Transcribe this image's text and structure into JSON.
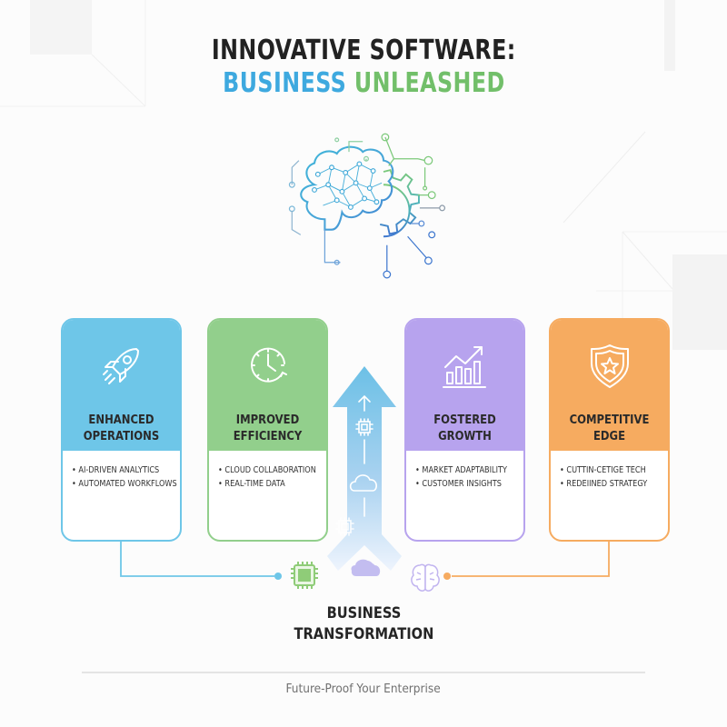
{
  "header": {
    "title_line1": "INNOVATIVE SOFTWARE:",
    "title_line2_part1": "BUSINESS",
    "title_line2_part2": "UNLEASHED"
  },
  "hero_icon": "brain-gear-circuit-icon",
  "cards": [
    {
      "title": "ENHANCED OPERATIONS",
      "title_line1": "ENHANCED",
      "title_line2": "OPERATIONS",
      "icon": "rocket-icon",
      "color": "#6ec6e8",
      "items": [
        "AI-DRIVEN ANALYTICS",
        "AUTOMATED WORKFLOWS"
      ]
    },
    {
      "title": "IMPROVED EFFICIENCY",
      "title_line1": "IMPROVED",
      "title_line2": "EFFICIENCY",
      "icon": "clock-icon",
      "color": "#92cf8c",
      "items": [
        "CLOUD COLLABORATION",
        "REAL-TIME DATA"
      ]
    },
    {
      "title": "FOSTERED GROWTH",
      "title_line1": "FOSTERED",
      "title_line2": "GROWTH",
      "icon": "growth-chart-icon",
      "color": "#b7a3ee",
      "items": [
        "MARKET ADAPTABILITY",
        "CUSTOMER INSIGHTS"
      ]
    },
    {
      "title": "COMPETITIVE EDGE",
      "title_line1": "COMPETITIVE",
      "title_line2": "EDGE",
      "icon": "shield-star-icon",
      "color": "#f6ab60",
      "items": [
        "CUTTIN-CETIGE TECH",
        "REDEIINED STRATEGY"
      ]
    }
  ],
  "center_arrow": {
    "icons": [
      "arrow-up-icon",
      "chip-icon",
      "cloud-icon",
      "chip-icon"
    ],
    "color_top": "#6cc0e6",
    "color_bottom": "#e8f1fc"
  },
  "connector_icons": [
    "chip-icon",
    "cloud-icon",
    "brain-icon"
  ],
  "bottom": {
    "title_line1": "BUSINESS",
    "title_line2": "TRANSFORMATION",
    "tagline": "Future-Proof Your Enterprise"
  },
  "colors": {
    "blue": "#3ea9df",
    "green": "#72bf6a",
    "purple": "#b7a3ee",
    "orange": "#f6ab60",
    "text_dark": "#222222"
  }
}
